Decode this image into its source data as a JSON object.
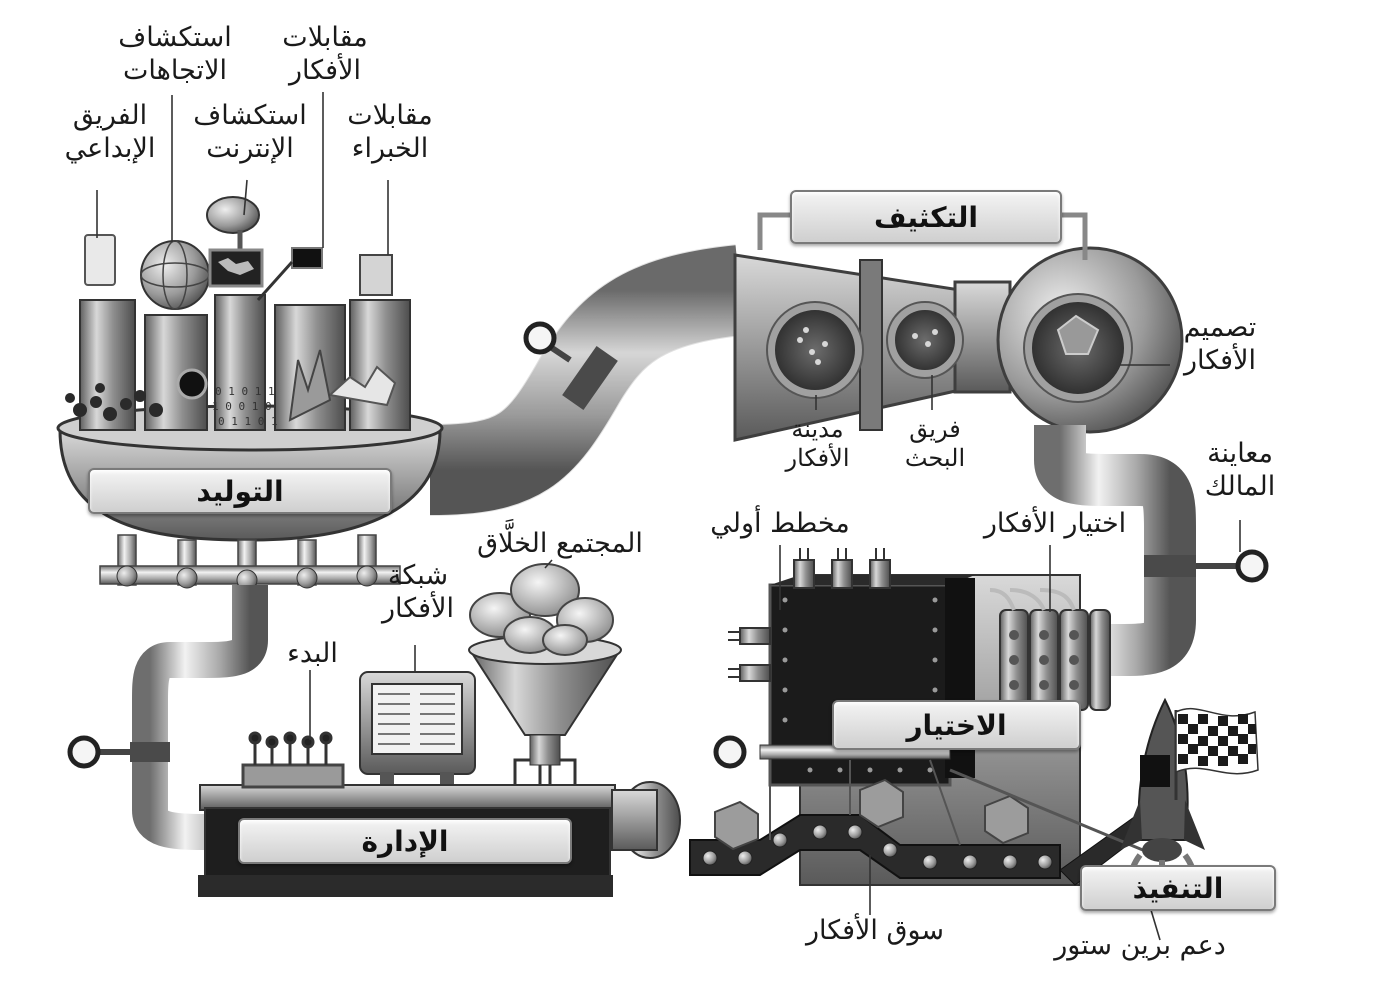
{
  "labels": {
    "stage_generation": "التوليد",
    "stage_condensation": "التكثيف",
    "stage_management": "الإدارة",
    "stage_selection": "الاختيار",
    "stage_execution": "التنفيذ",
    "creative_team": "الفريق\nالإبداعي",
    "trend_exploration": "استكشاف\nالاتجاهات",
    "internet_exploration": "استكشاف\nالإنترنت",
    "idea_interviews": "مقابلات\nالأفكار",
    "expert_interviews": "مقابلات\nالخبراء",
    "idea_city": "مدينة\nالأفكار",
    "research_team": "فريق\nالبحث",
    "idea_design": "تصميم\nالأفكار",
    "owner_review": "معاينة\nالمالك",
    "idea_selection": "اختيار الأفكار",
    "initial_plan": "مخطط أولي",
    "creative_community": "المجتمع الخلَّاق",
    "idea_network": "شبكة\nالأفكار",
    "start": "البدء",
    "idea_market": "سوق الأفكار",
    "brain_store_support": "دعم برين ستور"
  },
  "colors": {
    "steel_light": "#e6e6e6",
    "steel_mid": "#a9a9a9",
    "steel_dark": "#4a4a4a",
    "black_box": "#1b1b1b",
    "label_text": "#1a1a1a"
  }
}
